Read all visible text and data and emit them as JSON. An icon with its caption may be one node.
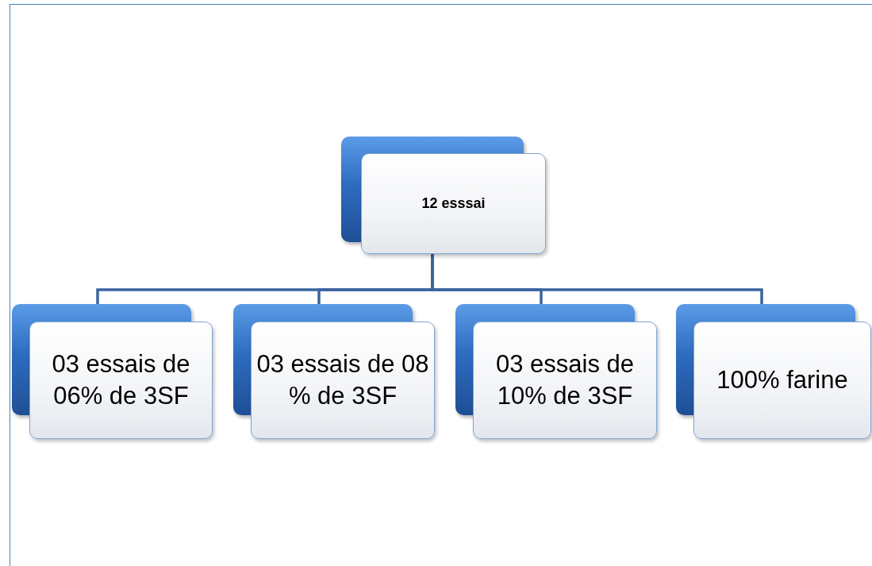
{
  "diagram": {
    "nodes": [
      {
        "text": [
          "12 esssai"
        ]
      },
      {
        "text": [
          "03 essais de 06% de 3SF"
        ]
      },
      {
        "text": [
          "03 essais de 08 % de 3SF"
        ]
      },
      {
        "text": [
          "03 essais de 10% de 3SF"
        ]
      },
      {
        "text": [
          "100% farine"
        ]
      }
    ],
    "edges": [
      {
        "from": 0,
        "to": 1,
        "arrow": "none"
      },
      {
        "from": 0,
        "to": 2,
        "arrow": "none"
      },
      {
        "from": 0,
        "to": 3,
        "arrow": "none"
      },
      {
        "from": 0,
        "to": 4,
        "arrow": "none"
      }
    ]
  }
}
